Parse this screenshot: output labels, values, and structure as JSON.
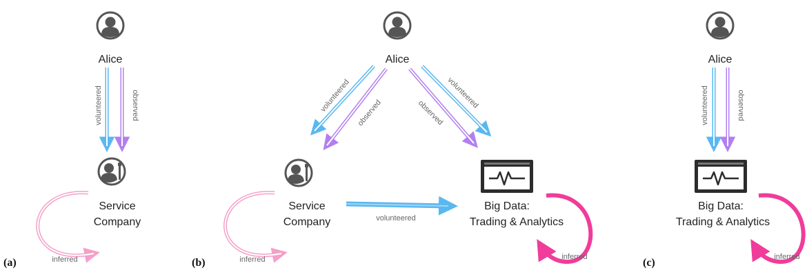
{
  "panels": {
    "a": {
      "tag": "(a)",
      "person": "Alice",
      "company": [
        "Service",
        "Company"
      ],
      "volunteered": "volunteered",
      "observed": "observed",
      "inferred": "inferred"
    },
    "b": {
      "tag": "(b)",
      "person": "Alice",
      "company": [
        "Service",
        "Company"
      ],
      "bigdata": [
        "Big Data:",
        "Trading & Analytics"
      ],
      "volunteered_left": "volunteered",
      "observed_left": "observed",
      "volunteered_right": "volunteered",
      "observed_right": "observed",
      "volunteered_transfer": "volunteered",
      "inferred_company": "inferred",
      "inferred_bigdata": "inferred"
    },
    "c": {
      "tag": "(c)",
      "person": "Alice",
      "bigdata": [
        "Big Data:",
        "Trading & Analytics"
      ],
      "volunteered": "volunteered",
      "observed": "observed",
      "inferred": "inferred"
    }
  },
  "colors": {
    "volunteered": "#5ab8f0",
    "observed": "#b27ff0",
    "inferred_light": "#f4a0c8",
    "inferred_strong": "#f03c9a",
    "icon": "#555555"
  },
  "icons": {
    "person": "person-icon",
    "company": "service-person-icon",
    "bigdata": "monitor-pulse-icon"
  }
}
